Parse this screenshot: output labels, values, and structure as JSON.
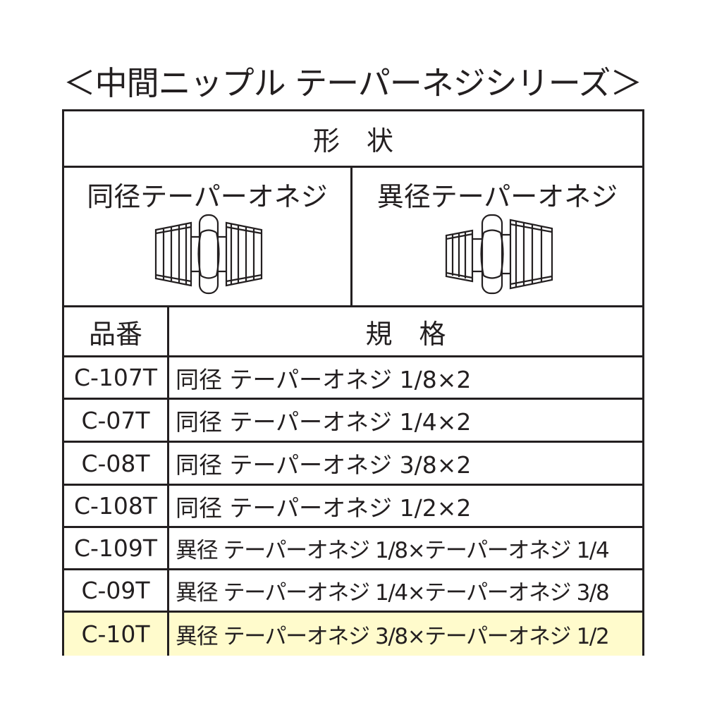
{
  "title": "＜中間ニップル テーパーネジシリーズ＞",
  "shape_header": "形　状",
  "shapes": [
    {
      "label": "同径テーパーオネジ"
    },
    {
      "label": "異径テーパーオネジ"
    }
  ],
  "columns": {
    "code": "品番",
    "spec": "規　格"
  },
  "rows": [
    {
      "code": "C-107T",
      "spec": "同径 テーパーオネジ 1/8×2"
    },
    {
      "code": "C-07T",
      "spec": "同径 テーパーオネジ 1/4×2"
    },
    {
      "code": "C-08T",
      "spec": "同径 テーパーオネジ 3/8×2"
    },
    {
      "code": "C-108T",
      "spec": "同径 テーパーオネジ 1/2×2"
    },
    {
      "code": "C-109T",
      "spec": "異径 テーパーオネジ 1/8×テーパーオネジ 1/4"
    },
    {
      "code": "C-09T",
      "spec": "異径 テーパーオネジ 1/4×テーパーオネジ 3/8"
    },
    {
      "code": "C-10T",
      "spec": "異径 テーパーオネジ 3/8×テーパーオネジ 1/2",
      "highlighted": true
    }
  ],
  "colors": {
    "line": "#231f20",
    "highlight": "#fffbcc"
  }
}
